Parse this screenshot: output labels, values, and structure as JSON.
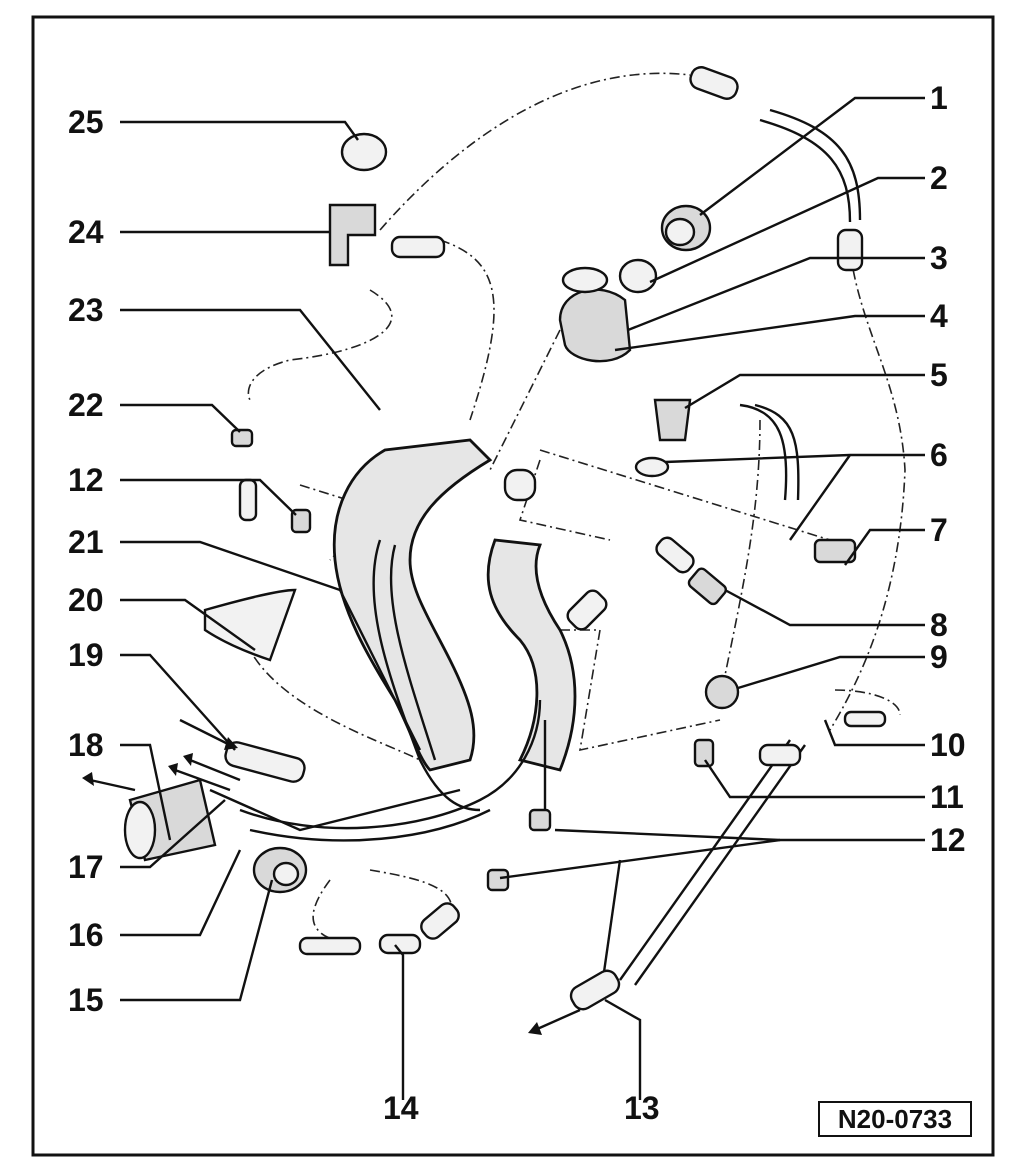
{
  "callouts": {
    "c1": "1",
    "c2": "2",
    "c3": "3",
    "c4": "4",
    "c5": "5",
    "c6": "6",
    "c7": "7",
    "c8": "8",
    "c9": "9",
    "c10": "10",
    "c11": "11",
    "c12_right": "12",
    "c13": "13",
    "c14": "14",
    "c15": "15",
    "c16": "16",
    "c17": "17",
    "c18": "18",
    "c19": "19",
    "c20": "20",
    "c21": "21",
    "c22": "22",
    "c12_left": "12",
    "c23": "23",
    "c24": "24",
    "c25": "25"
  },
  "figure_code": "N20-0733"
}
